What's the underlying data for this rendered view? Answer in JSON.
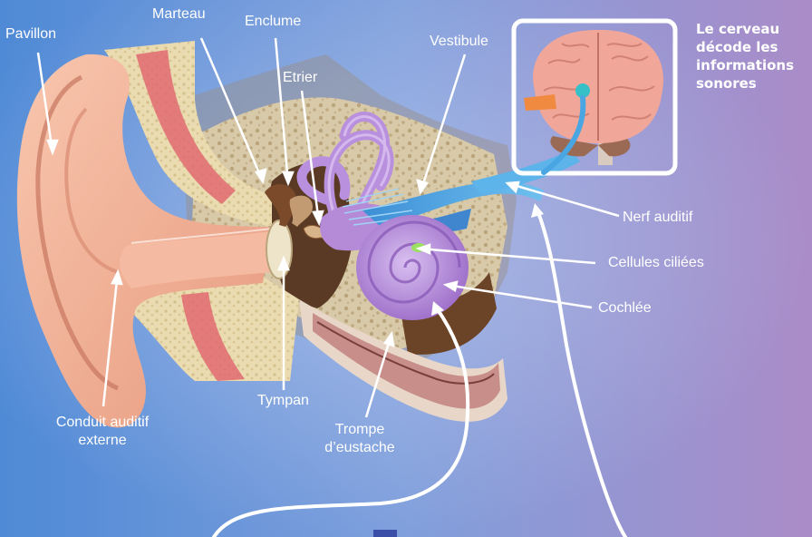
{
  "labels": {
    "pavillon": "Pavillon",
    "marteau": "Marteau",
    "enclume": "Enclume",
    "etrier": "Etrier",
    "vestibule": "Vestibule",
    "nerf_auditif": "Nerf auditif",
    "cellules_ciliees": "Cellules ciliées",
    "cochlee": "Cochlée",
    "tympan": "Tympan",
    "trompe_line1": "Trompe",
    "trompe_line2": "d’eustache",
    "conduit_line1": "Conduit auditif",
    "conduit_line2": "externe"
  },
  "brain_caption": {
    "line1": "Le cerveau",
    "line2": "décode les",
    "line3": "informations",
    "line4": "sonores"
  },
  "colors": {
    "background_left": "#5b8fd6",
    "background_right": "#a98bc8",
    "skin": "#f2b49a",
    "bone": "#d9ccb0",
    "cochlea": "#b78fd8",
    "nerve": "#4ea6e0",
    "label_text": "#ffffff"
  }
}
